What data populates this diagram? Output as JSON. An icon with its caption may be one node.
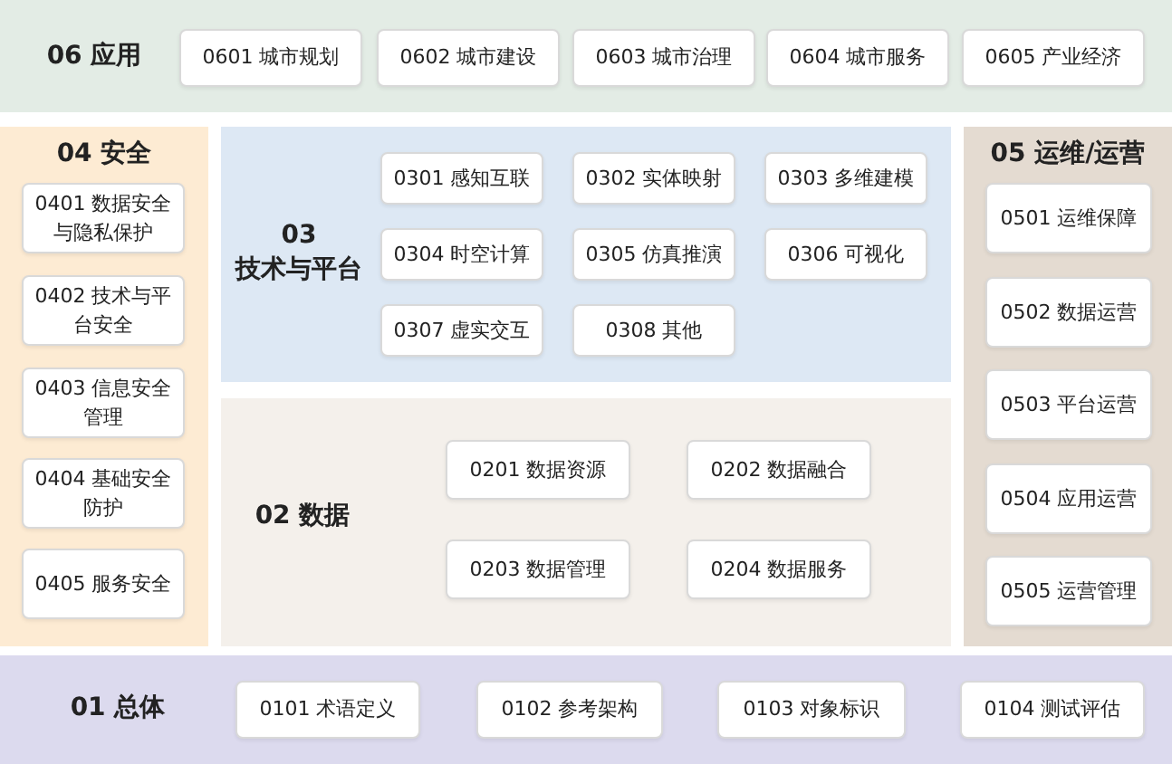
{
  "diagram": {
    "nodes": [
      {
        "text": [
          "06 应用"
        ]
      },
      {
        "text": [
          "0601 城市规划"
        ],
        "in": 0
      },
      {
        "text": [
          "0602 城市建设"
        ],
        "in": 0
      },
      {
        "text": [
          "0603 城市治理"
        ],
        "in": 0
      },
      {
        "text": [
          "0604 城市服务"
        ],
        "in": 0
      },
      {
        "text": [
          "0605 产业经济"
        ],
        "in": 0
      },
      {
        "text": [
          "04 安全"
        ]
      },
      {
        "text": [
          "0401 数据安全与隐私保护"
        ],
        "in": 6
      },
      {
        "text": [
          "0402 技术与平台安全"
        ],
        "in": 6
      },
      {
        "text": [
          "0403 信息安全管理"
        ],
        "in": 6
      },
      {
        "text": [
          "0404 基础安全防护"
        ],
        "in": 6
      },
      {
        "text": [
          "0405 服务安全"
        ],
        "in": 6
      },
      {
        "text": [
          "03 技术与平台"
        ]
      },
      {
        "text": [
          "0301 感知互联"
        ],
        "in": 12
      },
      {
        "text": [
          "0302 实体映射"
        ],
        "in": 12
      },
      {
        "text": [
          "0303 多维建模"
        ],
        "in": 12
      },
      {
        "text": [
          "0304 时空计算"
        ],
        "in": 12
      },
      {
        "text": [
          "0305 仿真推演"
        ],
        "in": 12
      },
      {
        "text": [
          "0306 可视化"
        ],
        "in": 12
      },
      {
        "text": [
          "0307 虚实交互"
        ],
        "in": 12
      },
      {
        "text": [
          "0308 其他"
        ],
        "in": 12
      },
      {
        "text": [
          "05 运维/运营"
        ]
      },
      {
        "text": [
          "0501 运维保障"
        ],
        "in": 21
      },
      {
        "text": [
          "0502 数据运营"
        ],
        "in": 21
      },
      {
        "text": [
          "0503 平台运营"
        ],
        "in": 21
      },
      {
        "text": [
          "0504 应用运营"
        ],
        "in": 21
      },
      {
        "text": [
          "0505 运营管理"
        ],
        "in": 21
      },
      {
        "text": [
          "02 数据"
        ]
      },
      {
        "text": [
          "0201 数据资源"
        ],
        "in": 27
      },
      {
        "text": [
          "0202 数据融合"
        ],
        "in": 27
      },
      {
        "text": [
          "0203 数据管理"
        ],
        "in": 27
      },
      {
        "text": [
          "0204 数据服务"
        ],
        "in": 27
      },
      {
        "text": [
          "01 总体"
        ]
      },
      {
        "text": [
          "0101 术语定义"
        ],
        "in": 32
      },
      {
        "text": [
          "0102 参考架构"
        ],
        "in": 32
      },
      {
        "text": [
          "0103 对象标识"
        ],
        "in": 32
      },
      {
        "text": [
          "0104 测试评估"
        ],
        "in": 32
      }
    ]
  }
}
